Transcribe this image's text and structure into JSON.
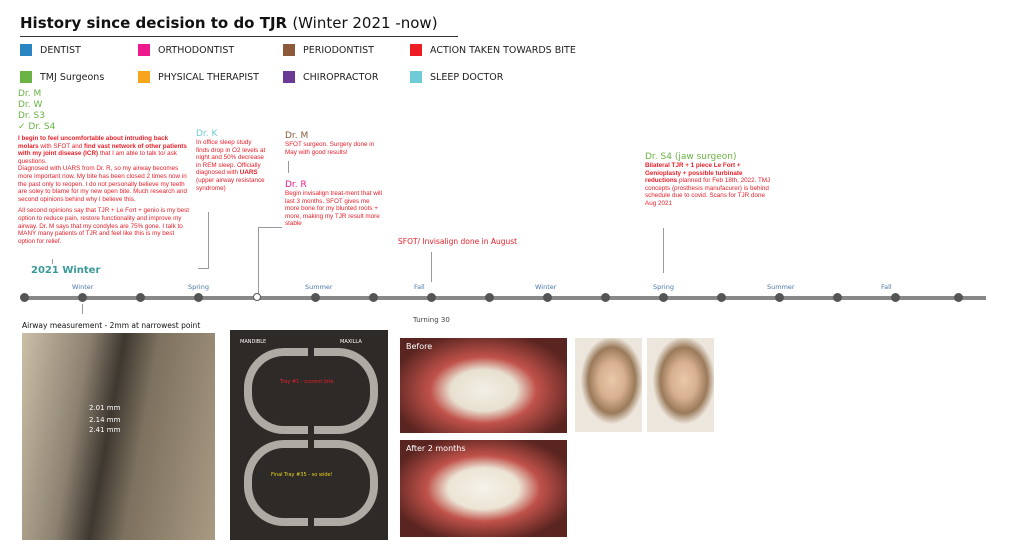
{
  "title": {
    "main": "History since decision to do TJR",
    "sub": "(Winter 2021 -now)"
  },
  "legend": [
    {
      "label": "DENTIST",
      "color": "#2a86c2"
    },
    {
      "label": "ORTHODONTIST",
      "color": "#ec1a8c"
    },
    {
      "label": "PERIODONTIST",
      "color": "#8a5a3a"
    },
    {
      "label": "ACTION TAKEN TOWARDS BITE",
      "color": "#ed1c24"
    },
    {
      "label": "TMJ Surgeons",
      "color": "#6ab344"
    },
    {
      "label": "PHYSICAL THERAPIST",
      "color": "#f7a51c"
    },
    {
      "label": "CHIROPRACTOR",
      "color": "#6a3a96"
    },
    {
      "label": "SLEEP DOCTOR",
      "color": "#6fcbd8"
    }
  ],
  "surgeons": [
    "Dr. M",
    "Dr. W",
    "Dr. S3",
    "✓ Dr. S4"
  ],
  "notes": {
    "winter_b1": "I begin to feel uncomfortable about intruding back molars",
    "winter_t1": " with SFOT and ",
    "winter_b2": "find vast network of other patients with my joint disease (ICR)",
    "winter_t2": " that I am able to talk to/ ask questions.",
    "winter_p2": "Diagnosed with UARS from Dr. R, so my airway becomes more important now. My bite has been closed 2 times now in the past only to reopen. I do not personally believe my teeth are soley to blame for my new open bite. Much research and second opinions behind why I believe this.",
    "winter_p3": "All second opinions say that TJR + Le Fort + genio is my best option to reduce pain, restore functionality and improve my airway. Dr. M says that my condyles are 75% gone. I talk to MANY many patients of TJR and feel like this is my best option for  relief.",
    "winter_label": "2021 Winter",
    "drk": "Dr. K",
    "drk_t1": "In office sleep study finds drop in O2 levels at night and 50% decrease in REM sleep. Officially diagnosed with ",
    "drk_b": "UARS",
    "drk_t2": " (upper airway resistance syndrome)",
    "drm": "Dr. M",
    "drm_t": "SFOT surgeon. Surgery done in May with good results!",
    "drr": "Dr. R",
    "drr_t": "Begin invisalign treat-ment that will last 3 months. SFOT gives me more bone for my blunted roots + more, making my TJR result more stable",
    "sfot": "SFOT/ Invisalign done in August",
    "drs4": "Dr. S4 (jaw surgeon)",
    "drs4_b": "Bilateral TJR + 1 piece Le Fort + Genioplasty + possible turbinate reductions",
    "drs4_t": " planned for Feb 18th, 2022. TMJ concepts (prosthesis manufacurer) is behind schedule due to covid. Scans for TJR done Aug 2021"
  },
  "seasons": [
    "Winter",
    "Spring",
    "Summer",
    "Fall",
    "Winter",
    "Spring",
    "Summer",
    "Fall"
  ],
  "turning": "Turning 30",
  "photos": {
    "airway_caption": "Airway measurement - 2mm at narrowest point",
    "m1": "2.01 mm",
    "m2": "2.14 mm",
    "m3": "2.41 mm",
    "mandible": "MANDIBLE",
    "maxilla": "MAXILLA",
    "tray1": "Tray #1 - current bite",
    "tray35": "Final Tray #35 - so wide!",
    "before": "Before",
    "after": "After 2 months"
  }
}
